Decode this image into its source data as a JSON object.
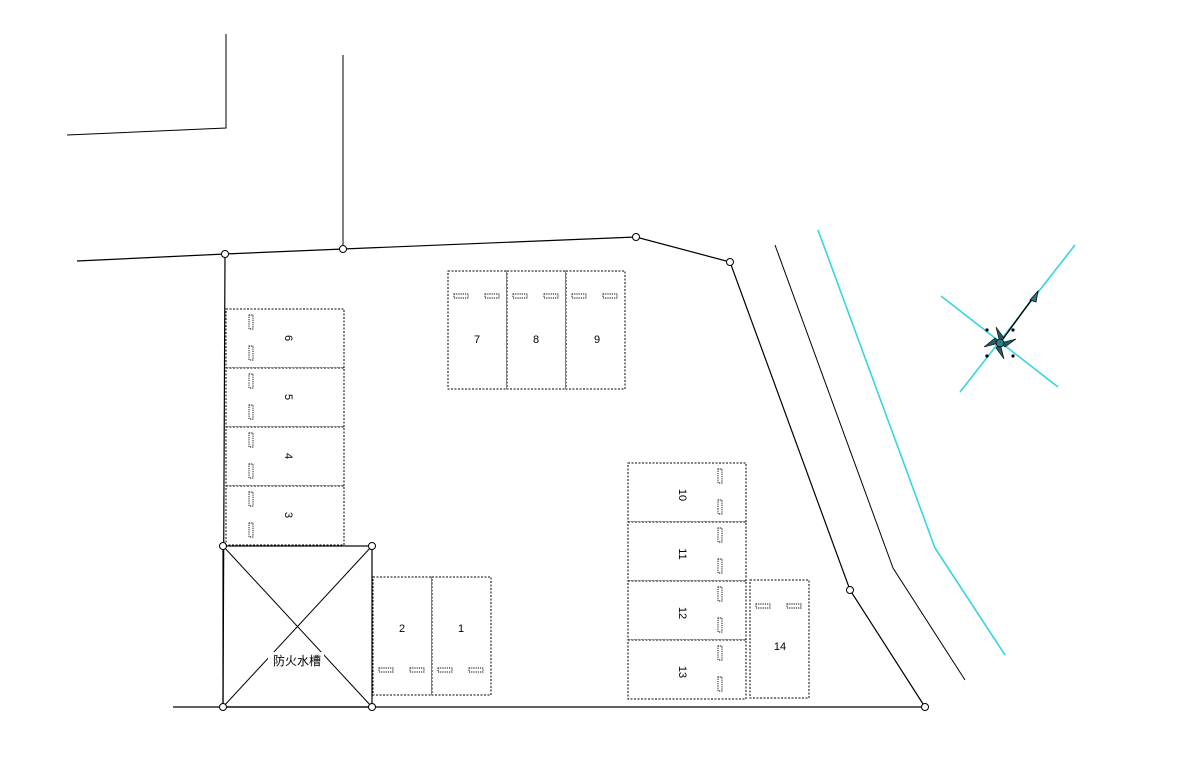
{
  "parking_slots": [
    {
      "number": "1"
    },
    {
      "number": "2"
    },
    {
      "number": "3"
    },
    {
      "number": "4"
    },
    {
      "number": "5"
    },
    {
      "number": "6"
    },
    {
      "number": "7"
    },
    {
      "number": "8"
    },
    {
      "number": "9"
    },
    {
      "number": "10"
    },
    {
      "number": "11"
    },
    {
      "number": "12"
    },
    {
      "number": "13"
    },
    {
      "number": "14"
    }
  ],
  "cistern_label": "防火水槽",
  "colors": {
    "line": "#000000",
    "waterway": "#33d6e0",
    "compass": "#2a7f86"
  },
  "icons": {
    "compass": "north-arrow-icon"
  }
}
